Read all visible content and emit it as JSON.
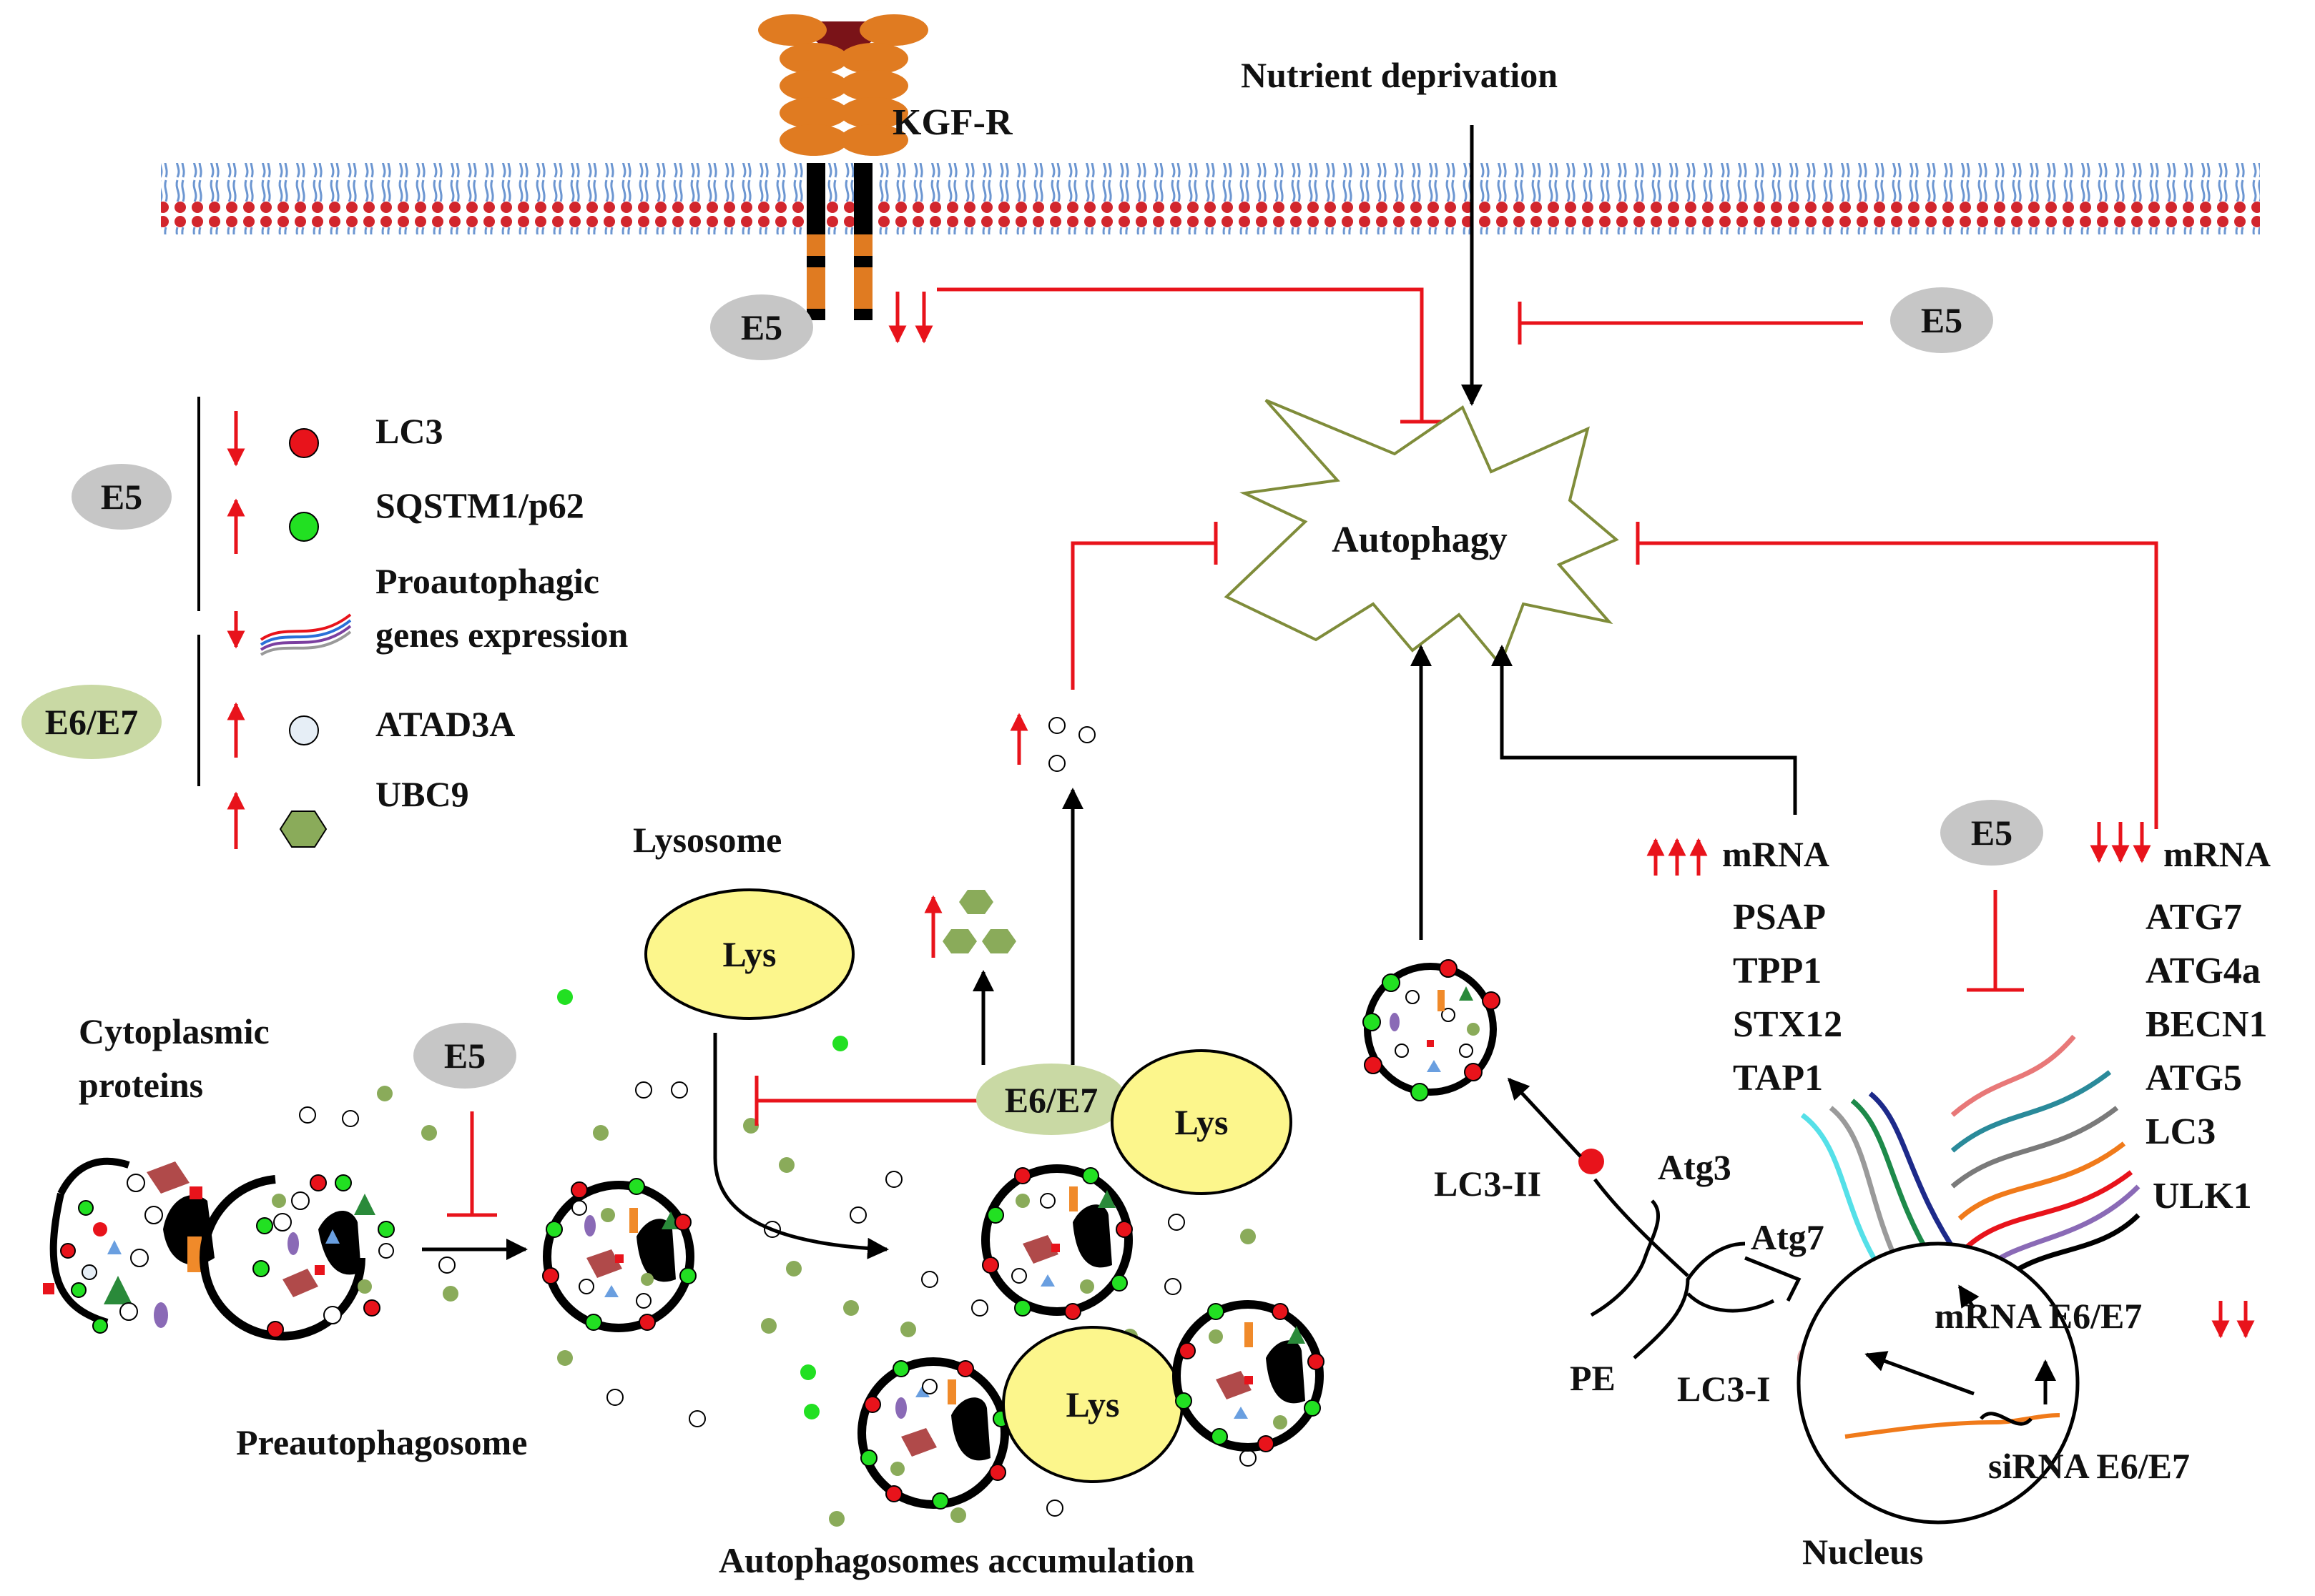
{
  "membrane": {
    "receptor_label": "KGF-R",
    "stimulus_label": "Nutrient deprivation"
  },
  "central": {
    "process_label": "Autophagy"
  },
  "protein_labels": {
    "e5_receptor": "E5",
    "e5_membrane": "E5",
    "e5_legend": "E5",
    "e6e7_legend": "E6/E7",
    "e5_preauto": "E5",
    "e6e7_middle": "E6/E7",
    "e5_nucleus": "E5"
  },
  "legend": {
    "items": [
      {
        "label": "LC3",
        "arrow": "down"
      },
      {
        "label": "SQSTM1/p62",
        "arrow": "up"
      },
      {
        "label_line1": "Proautophagic",
        "label_line2": "genes expression",
        "arrow": "down"
      },
      {
        "label": "ATAD3A",
        "arrow": "up"
      },
      {
        "label": "UBC9",
        "arrow": "up"
      }
    ]
  },
  "cytoplasm": {
    "cytoplasmic_line1": "Cytoplasmic",
    "cytoplasmic_line2": "proteins",
    "preautophagosome": "Preautophagosome",
    "lysosome_title": "Lysosome",
    "lys_1": "Lys",
    "lys_2": "Lys",
    "lys_3": "Lys",
    "accumulation": "Autophagosomes accumulation"
  },
  "lc3_pathway": {
    "lc3_ii": "LC3-II",
    "lc3_i": "LC3-I",
    "atg3": "Atg3",
    "atg7": "Atg7",
    "pe": "PE"
  },
  "upregulated": {
    "header": "mRNA",
    "genes": [
      "PSAP",
      "TPP1",
      "STX12",
      "TAP1"
    ]
  },
  "downregulated": {
    "header": "mRNA",
    "genes": [
      "ATG7",
      "ATG4a",
      "BECN1",
      "ATG5",
      "LC3",
      "ULK1"
    ]
  },
  "nucleus": {
    "title": "Nucleus",
    "mrna_e6e7": "mRNA E6/E7",
    "sirna": "siRNA E6/E7"
  },
  "colors": {
    "inhibition": "#e8131b",
    "arrow": "#000000",
    "lc3_dot": "#e8131b",
    "p62_dot": "#22e022",
    "ubc9": "#8aab5a",
    "lysosome": "#fcf68c",
    "receptor": "#e07b21",
    "protein_e5": "#c6c6c6",
    "protein_e6e7": "#c9d9a4",
    "membrane_head": "#d2262d",
    "membrane_tail": "#6c96d1"
  }
}
